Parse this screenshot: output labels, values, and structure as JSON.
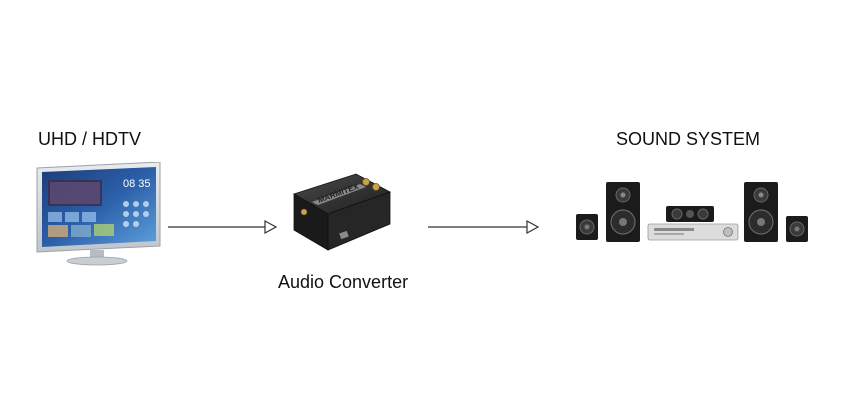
{
  "nodes": {
    "source": {
      "label": "UHD / HDTV",
      "icon": "tv-icon"
    },
    "converter": {
      "label": "Audio Converter",
      "brand_text": "MARMITEX",
      "icon": "audio-converter-icon"
    },
    "destination": {
      "label": "SOUND SYSTEM",
      "icon": "sound-system-icon"
    }
  },
  "tv_screen": {
    "time": "08 35"
  },
  "edges": [
    {
      "from": "UHD / HDTV",
      "to": "Audio Converter"
    },
    {
      "from": "Audio Converter",
      "to": "SOUND SYSTEM"
    }
  ],
  "colors": {
    "arrow": "#333333",
    "text": "#111111",
    "tv_screen": "#2b5fa8",
    "device_body": "#2a2a2a"
  }
}
